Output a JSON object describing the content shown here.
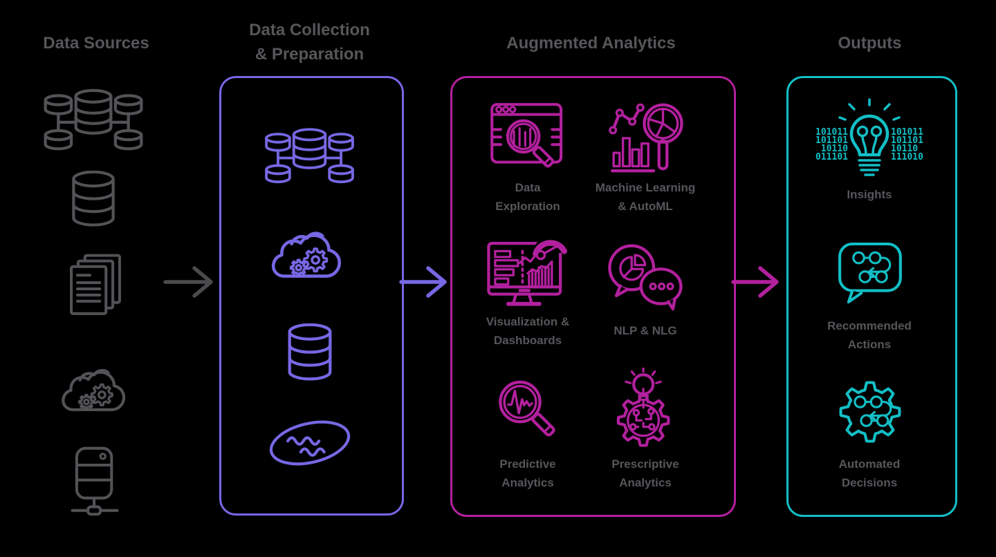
{
  "colors": {
    "background": "#000000",
    "header_text": "#56575a",
    "label_text": "#56575b",
    "gray_icon": "#525356",
    "gray_arrow": "#4a4b4d",
    "purple": "#7668e4",
    "magenta": "#b3209e",
    "teal": "#13bfc6"
  },
  "columns": {
    "sources": {
      "title": "Data Sources",
      "icons": [
        "networked-databases-icon",
        "database-icon",
        "documents-icon",
        "cloud-processing-icon",
        "server-icon"
      ]
    },
    "collection": {
      "title_line1": "Data Collection",
      "title_line2": "& Preparation",
      "icons": [
        "networked-databases-icon",
        "cloud-processing-icon",
        "database-icon",
        "data-lake-icon"
      ]
    },
    "analytics": {
      "title": "Augmented Analytics",
      "items": [
        {
          "icon": "data-exploration-icon",
          "label_line1": "Data",
          "label_line2": "Exploration"
        },
        {
          "icon": "machine-learning-icon",
          "label_line1": "Machine Learning",
          "label_line2": "& AutoML"
        },
        {
          "icon": "visualization-dashboards-icon",
          "label_line1": "Visualization &",
          "label_line2": "Dashboards"
        },
        {
          "icon": "nlp-nlg-icon",
          "label_line1": "NLP & NLG",
          "label_line2": ""
        },
        {
          "icon": "predictive-analytics-icon",
          "label_line1": "Predictive",
          "label_line2": "Analytics"
        },
        {
          "icon": "prescriptive-analytics-icon",
          "label_line1": "Prescriptive",
          "label_line2": "Analytics"
        }
      ]
    },
    "outputs": {
      "title": "Outputs",
      "items": [
        {
          "icon": "insights-icon",
          "label_line1": "Insights",
          "label_line2": "",
          "binary_left": [
            "101011",
            "101101",
            "10110",
            "011101"
          ],
          "binary_right": [
            "101011",
            "101101",
            "10110",
            "111010"
          ]
        },
        {
          "icon": "recommended-actions-icon",
          "label_line1": "Recommended",
          "label_line2": "Actions"
        },
        {
          "icon": "automated-decisions-icon",
          "label_line1": "Automated",
          "label_line2": "Decisions"
        }
      ]
    }
  }
}
